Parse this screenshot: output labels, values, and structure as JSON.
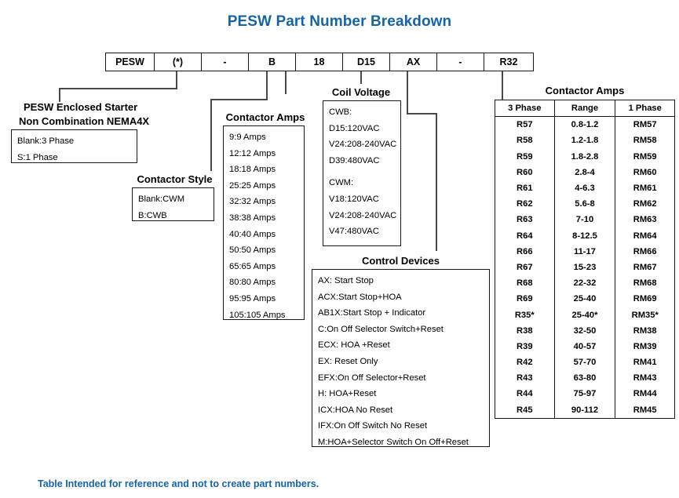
{
  "title": "PESW Part Number Breakdown",
  "footer": "Table Intended for reference and not to create part numbers.",
  "accent_color": "#1464aa",
  "part_number": {
    "cells": [
      {
        "value": "PESW",
        "width": 62
      },
      {
        "value": "(*)",
        "width": 60
      },
      {
        "value": "-",
        "width": 60
      },
      {
        "value": "B",
        "width": 60
      },
      {
        "value": "18",
        "width": 60
      },
      {
        "value": "D15",
        "width": 60
      },
      {
        "value": "AX",
        "width": 60
      },
      {
        "value": "-",
        "width": 60
      },
      {
        "value": "R32",
        "width": 62
      }
    ]
  },
  "enclosed_starter": {
    "line1": "PESW Enclosed Starter",
    "line2": "Non Combination NEMA4X",
    "options": [
      "Blank:3 Phase",
      "S:1 Phase"
    ]
  },
  "contactor_style": {
    "label": "Contactor Style",
    "options": [
      "Blank:CWM",
      "B:CWB"
    ]
  },
  "contactor_amps_list": {
    "label": "Contactor Amps",
    "options": [
      "9:9 Amps",
      "12:12 Amps",
      "18:18 Amps",
      "25:25 Amps",
      "32:32 Amps",
      "38:38 Amps",
      "40:40 Amps",
      "50:50 Amps",
      "65:65 Amps",
      "80:80 Amps",
      "95:95 Amps",
      "105:105 Amps"
    ]
  },
  "coil_voltage": {
    "label": "Coil Voltage",
    "options": [
      "CWB:",
      "D15:120VAC",
      "V24:208-240VAC",
      "D39:480VAC",
      "",
      "CWM:",
      "V18:120VAC",
      "V24:208-240VAC",
      "V47:480VAC"
    ]
  },
  "control_devices": {
    "label": "Control Devices",
    "options": [
      "AX: Start Stop",
      "ACX:Start Stop+HOA",
      "AB1X:Start Stop + Indicator",
      "C:On Off Selector Switch+Reset",
      "ECX: HOA +Reset",
      "EX: Reset Only",
      "EFX:On Off Selector+Reset",
      "H: HOA+Reset",
      "ICX:HOA No Reset",
      "IFX:On Off Switch No Reset",
      "M:HOA+Selector Switch On Off+Reset"
    ]
  },
  "contactor_amps_table": {
    "label": "Contactor Amps",
    "columns": [
      "3 Phase",
      "Range",
      "1 Phase"
    ],
    "rows": [
      [
        "R57",
        "0.8-1.2",
        "RM57"
      ],
      [
        "R58",
        "1.2-1.8",
        "RM58"
      ],
      [
        "R59",
        "1.8-2.8",
        "RM59"
      ],
      [
        "R60",
        "2.8-4",
        "RM60"
      ],
      [
        "R61",
        "4-6.3",
        "RM61"
      ],
      [
        "R62",
        "5.6-8",
        "RM62"
      ],
      [
        "R63",
        "7-10",
        "RM63"
      ],
      [
        "R64",
        "8-12.5",
        "RM64"
      ],
      [
        "R66",
        "11-17",
        "RM66"
      ],
      [
        "R67",
        "15-23",
        "RM67"
      ],
      [
        "R68",
        "22-32",
        "RM68"
      ],
      [
        "R69",
        "25-40",
        "RM69"
      ],
      [
        "R35*",
        "25-40*",
        "RM35*"
      ],
      [
        "R38",
        "32-50",
        "RM38"
      ],
      [
        "R39",
        "40-57",
        "RM39"
      ],
      [
        "R42",
        "57-70",
        "RM41"
      ],
      [
        "R43",
        "63-80",
        "RM43"
      ],
      [
        "R44",
        "75-97",
        "RM44"
      ],
      [
        "R45",
        "90-112",
        "RM45"
      ]
    ]
  }
}
